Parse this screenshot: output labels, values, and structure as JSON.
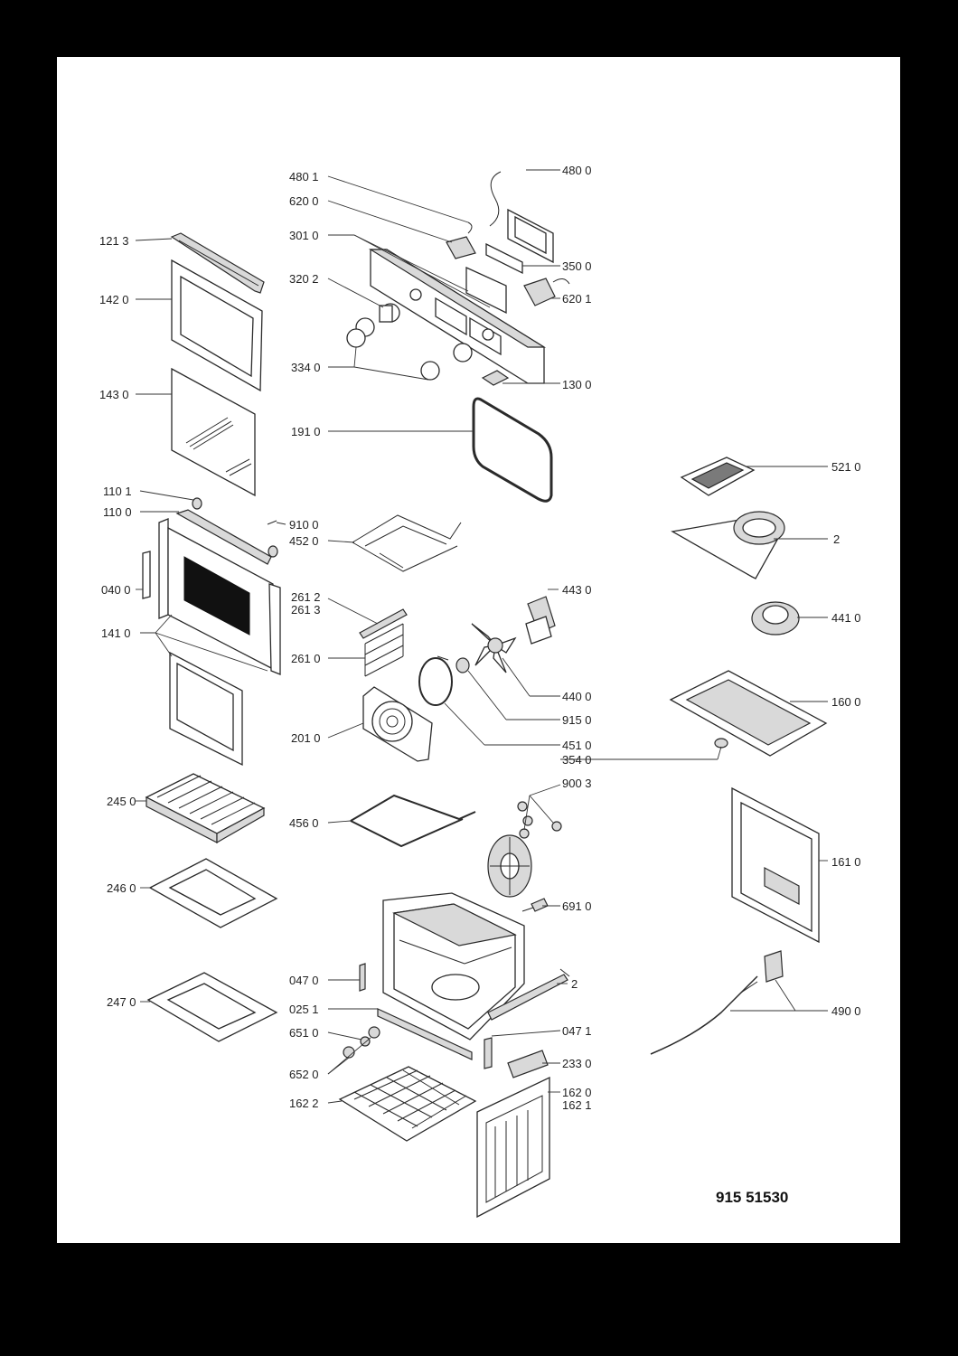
{
  "diagram": {
    "model_code": "915 51530",
    "colors": {
      "background": "#000000",
      "sheet": "#ffffff",
      "ink": "#222222"
    },
    "labels": [
      "480 1",
      "480 0",
      "620 0",
      "121 3",
      "301 0",
      "350 0",
      "142 0",
      "320 2",
      "620 1",
      "334 0",
      "130 0",
      "143 0",
      "191 0",
      "521 0",
      "110 1",
      "110 0",
      "910 0",
      "452 0",
      "2",
      "040 0",
      "443 0",
      "261 2",
      "261 3",
      "441 0",
      "141 0",
      "261 0",
      "440 0",
      "160 0",
      "915 0",
      "201 0",
      "451 0",
      "354 0",
      "900 3",
      "245 0",
      "456 0",
      "161 0",
      "246 0",
      "691 0",
      "047 0",
      "2",
      "247 0",
      "025 1",
      "490 0",
      "651 0",
      "047 1",
      "233 0",
      "652 0",
      "162 0",
      "162 2",
      "162 1"
    ]
  }
}
